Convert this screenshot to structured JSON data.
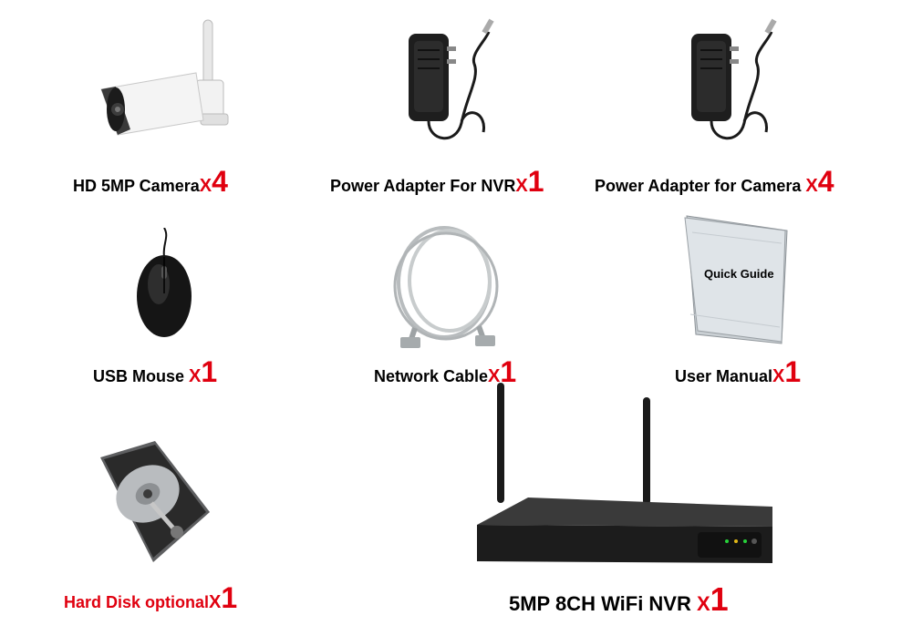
{
  "colors": {
    "accent": "#e0000f",
    "text": "#000000"
  },
  "items": [
    {
      "label": "HD 5MP Camera",
      "x_mark": "X",
      "qty": "4",
      "icon": "bullet-camera-icon"
    },
    {
      "label": "Power Adapter For NVR",
      "x_mark": "X",
      "qty": "1",
      "icon": "power-adapter-icon"
    },
    {
      "label": "Power Adapter for Camera ",
      "x_mark": "X",
      "qty": "4",
      "icon": "power-adapter-icon"
    },
    {
      "label": "USB Mouse ",
      "x_mark": "X",
      "qty": "1",
      "icon": "mouse-icon"
    },
    {
      "label": "Network Cable",
      "x_mark": "X",
      "qty": "1",
      "icon": "network-cable-icon"
    },
    {
      "label": "User Manual",
      "x_mark": "X",
      "qty": "1",
      "icon": "manual-icon"
    },
    {
      "label": "Hard Disk optional",
      "x_mark": "X",
      "qty": "1",
      "icon": "hard-disk-icon"
    },
    {
      "label": "5MP 8CH WiFi NVR ",
      "x_mark": "X",
      "qty": "1",
      "icon": "nvr-icon"
    }
  ],
  "manual_cover_text": "Quick Guide"
}
